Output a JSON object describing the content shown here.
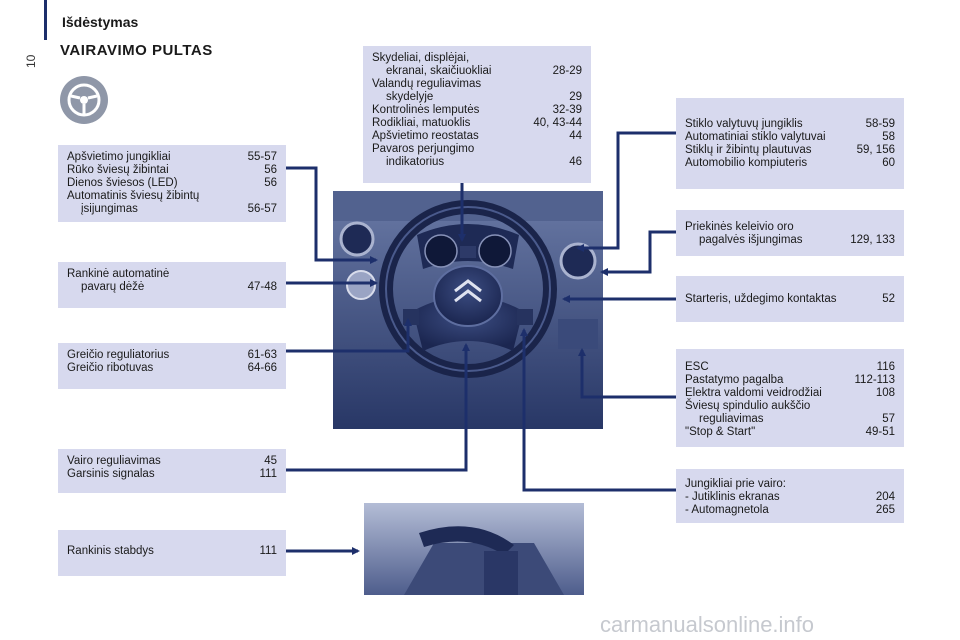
{
  "header": {
    "section": "Išdėstymas",
    "page_number": "10"
  },
  "title": "VAIRAVIMO PULTAS",
  "boxes": {
    "top": {
      "rows": [
        {
          "label": "Skydeliai, displėjai,",
          "page": ""
        },
        {
          "label": "ekranai, skaičiuokliai",
          "page": "28-29",
          "indent": true
        },
        {
          "label": "Valandų reguliavimas",
          "page": ""
        },
        {
          "label": "skydelyje",
          "page": "29",
          "indent": true
        },
        {
          "label": "Kontrolinės lemputės",
          "page": "32-39"
        },
        {
          "label": "Rodikliai, matuoklis",
          "page": "40, 43-44"
        },
        {
          "label": "Apšvietimo reostatas",
          "page": "44"
        },
        {
          "label": "Pavaros perjungimo",
          "page": ""
        },
        {
          "label": "indikatorius",
          "page": "46",
          "indent": true
        }
      ]
    },
    "lights": {
      "rows": [
        {
          "label": "Apšvietimo jungikliai",
          "page": "55-57"
        },
        {
          "label": "Rūko šviesų žibintai",
          "page": "56"
        },
        {
          "label": "Dienos šviesos (LED)",
          "page": "56"
        },
        {
          "label": "Automatinis šviesų žibintų",
          "page": ""
        },
        {
          "label": "įsijungimas",
          "page": "56-57",
          "indent": true
        }
      ]
    },
    "gearbox": {
      "rows": [
        {
          "label": "Rankinė automatinė",
          "page": ""
        },
        {
          "label": "pavarų dėžė",
          "page": "47-48",
          "indent": true
        }
      ]
    },
    "cruise": {
      "rows": [
        {
          "label": "Greičio reguliatorius",
          "page": "61-63"
        },
        {
          "label": "Greičio ribotuvas",
          "page": "64-66"
        }
      ]
    },
    "steering": {
      "rows": [
        {
          "label": "Vairo reguliavimas",
          "page": "45"
        },
        {
          "label": "Garsinis signalas",
          "page": "111"
        }
      ]
    },
    "handbrake": {
      "rows": [
        {
          "label": "Rankinis stabdys",
          "page": "111"
        }
      ]
    },
    "wipers": {
      "rows": [
        {
          "label": "Stiklo valytuvų jungiklis",
          "page": "58-59"
        },
        {
          "label": "Automatiniai stiklo valytuvai",
          "page": "58"
        },
        {
          "label": "Stiklų ir žibintų plautuvas",
          "page": "59, 156"
        },
        {
          "label": "Automobilio kompiuteris",
          "page": "60"
        }
      ]
    },
    "airbag": {
      "rows": [
        {
          "label": "Priekinės keleivio oro",
          "page": ""
        },
        {
          "label": "pagalvės išjungimas",
          "page": "129, 133",
          "indent": true
        }
      ]
    },
    "starter": {
      "rows": [
        {
          "label": "Starteris, uždegimo kontaktas",
          "page": "52"
        }
      ]
    },
    "esc": {
      "rows": [
        {
          "label": "ESC",
          "page": "116"
        },
        {
          "label": "Pastatymo pagalba",
          "page": "112-113"
        },
        {
          "label": "Elektra valdomi veidrodžiai",
          "page": "108"
        },
        {
          "label": "Šviesų spindulio aukščio",
          "page": ""
        },
        {
          "label": "reguliavimas",
          "page": "57",
          "indent": true
        },
        {
          "label": "\"Stop & Start\"",
          "page": "49-51"
        }
      ]
    },
    "wheel_controls": {
      "rows": [
        {
          "label": "Jungikliai prie vairo:",
          "page": ""
        },
        {
          "label": "-  Jutiklinis ekranas",
          "page": "204"
        },
        {
          "label": "-  Automagnetola",
          "page": "265"
        }
      ]
    }
  },
  "watermark": "carmanualsonline.info",
  "colors": {
    "box": "#d7d9ee",
    "line": "#1d2f6b",
    "accent": "#1d2f6b"
  }
}
